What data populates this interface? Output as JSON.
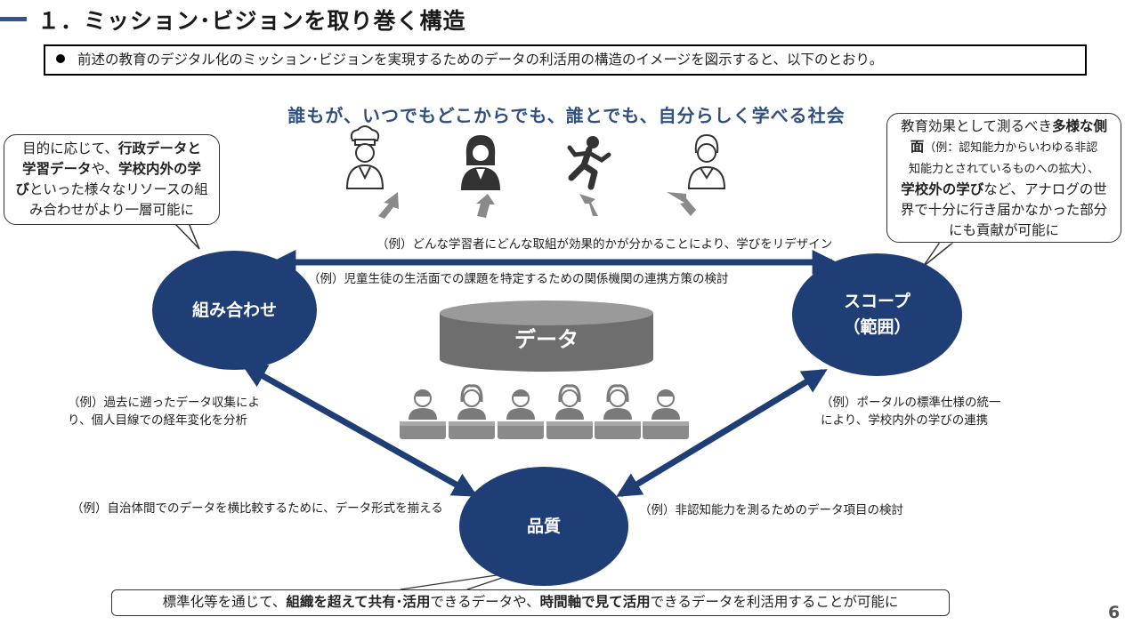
{
  "header": {
    "title": "１．ミッション･ビジョンを取り巻く構造"
  },
  "summary": {
    "text": "前述の教育のデジタル化のミッション･ビジョンを実現するためのデータの利活用の構造のイメージを図示すると、以下のとおり。"
  },
  "headline": "誰もが、いつでもどこからでも、誰とでも、自分らしく学べる社会",
  "bubble_left": {
    "t1": "目的に応じて、",
    "t2": "行政データと",
    "t3": "学習データ",
    "t4": "や、",
    "t5": "学校内外の学",
    "t6": "び",
    "t7": "といった様々なリソースの組",
    "t8": "み合わせがより一層可能に"
  },
  "bubble_right": {
    "t1": "教育効果として測るべき",
    "t2": "多様な側",
    "t3": "面",
    "t4": "（例：認知能力からいわゆる非認",
    "t5": "知能力とされているものへの拡大）、",
    "t6": "学校外の学び",
    "t7": "など、アナログの世",
    "t8": "界で十分に行き届かなかった部分",
    "t9": "にも貢献が可能に"
  },
  "nodes": {
    "left": "組み合わせ",
    "right_1": "スコープ",
    "right_2": "（範囲）",
    "bottom": "品質",
    "center": "データ"
  },
  "examples": {
    "top_1": "（例）どんな学習者にどんな取組が効果的かが分かることにより、学びをリデザイン",
    "top_2": "（例）児童生徒の生活面での課題を特定するための関係機関の連携方策の検討",
    "left_1": "（例）過去に遡ったデータ収集によ",
    "left_2": "り、個人目線での経年変化を分析",
    "right_1": "（例）ポータルの標準仕様の統一",
    "right_2": "により、学校内外の学びの連携",
    "bottom_left": "（例）自治体間でのデータを横比較するために、データ形式を揃える",
    "bottom_right": "（例）非認知能力を測るためのデータ項目の検討"
  },
  "bottom": {
    "t1": "標準化等を通じて、",
    "t2": "組織を超えて共有･活用",
    "t3": "できるデータや、",
    "t4": "時間軸で見て活用",
    "t5": "できるデータを利活用することが可能に"
  },
  "page_number": "6",
  "icons": [
    "chef-icon",
    "woman-icon",
    "running-person-icon",
    "office-woman-icon",
    "student-icon"
  ],
  "colors": {
    "accent": "#1f3e75",
    "headline": "#2f4f7f",
    "gray": "#8a8a8a"
  }
}
